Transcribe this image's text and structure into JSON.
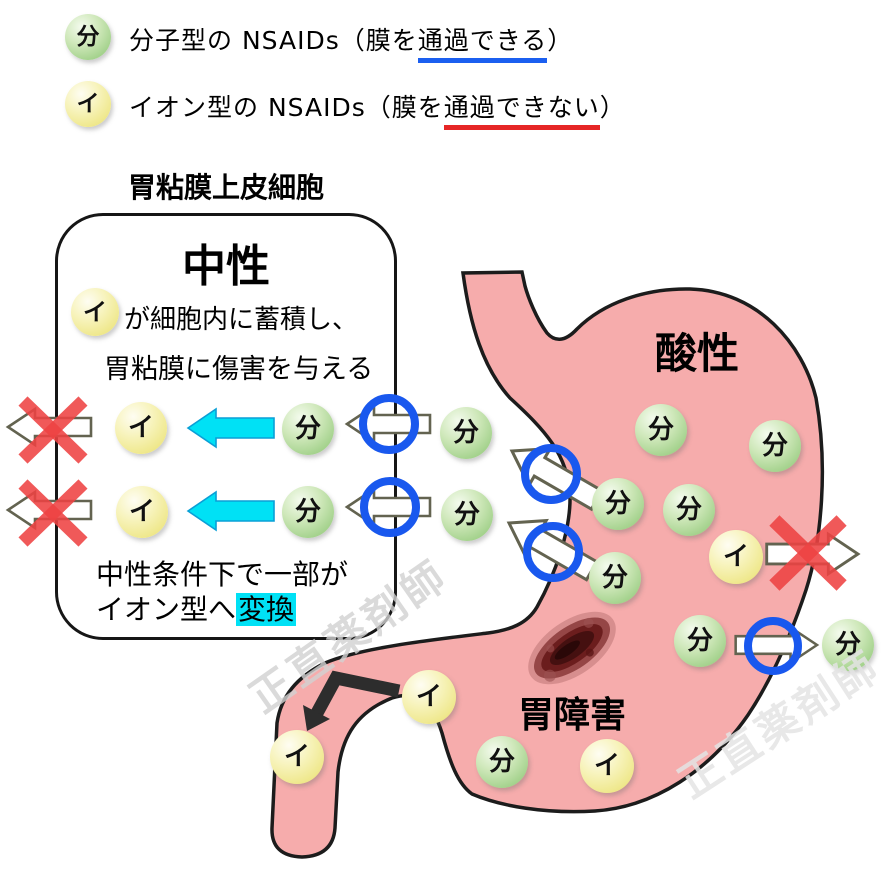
{
  "legend": {
    "items": [
      {
        "token_label": "分",
        "prefix": "分子型の NSAIDs（膜を",
        "underlined": "通過できる",
        "suffix": "）",
        "underline_color": "#1b5ff0"
      },
      {
        "token_label": "イ",
        "prefix": "イオン型の NSAIDs（膜を",
        "underlined": "通過できない",
        "suffix": "）",
        "underline_color": "#e62626"
      }
    ]
  },
  "cell_box": {
    "title": "胃粘膜上皮細胞",
    "condition_label": "中性",
    "accumulation_after_token": "が細胞内に蓄積し、",
    "accumulation_line2": "胃粘膜に傷害を与える",
    "conversion_line1": "中性条件下で一部が",
    "conversion_line2_prefix": "イオン型へ",
    "conversion_highlighted": "変換",
    "highlight_color": "#00e1f5"
  },
  "stomach": {
    "condition_label": "酸性",
    "damage_label": "胃障害",
    "fill_color": "#f6acac"
  },
  "tokens": {
    "molecular": "分",
    "ionic": "イ"
  },
  "watermark": {
    "text": "正直薬剤師"
  },
  "colors": {
    "molecular_token_green": "#a6d38f",
    "ionic_token_yellow": "#efe88d",
    "membrane_channel_ring_blue": "#1958ee",
    "conversion_arrow_cyan": "#00e1f5",
    "blocked_x_red": "#ee4343",
    "stomach_pink": "#f6acac",
    "blue_underline": "#1b5ff0",
    "red_underline": "#e62626"
  }
}
